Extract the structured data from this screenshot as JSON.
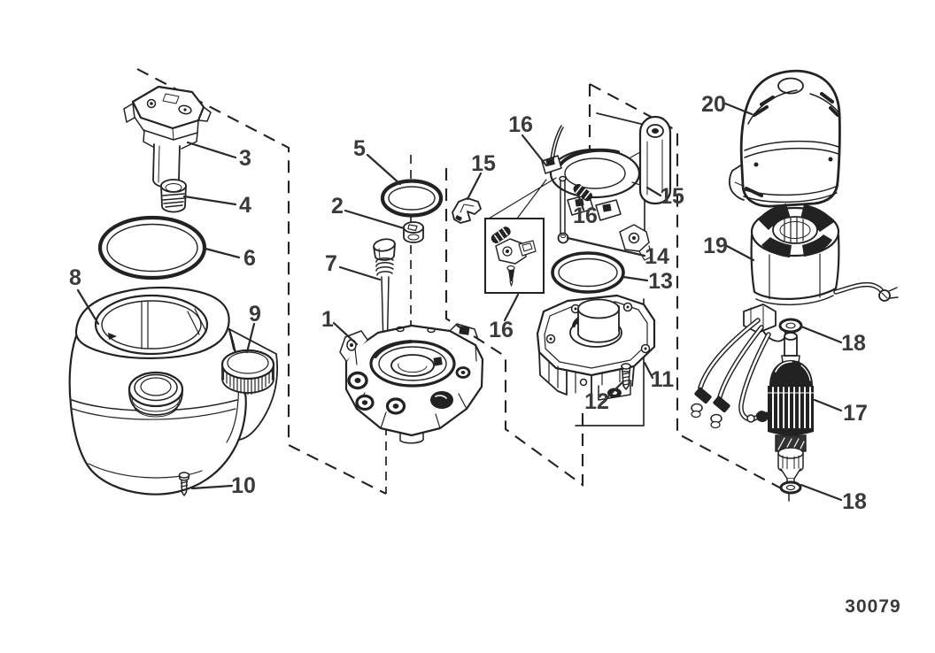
{
  "figure": {
    "drawing_number": "30079"
  },
  "callouts": {
    "c1": "1",
    "c2": "2",
    "c3": "3",
    "c4": "4",
    "c5": "5",
    "c6": "6",
    "c7": "7",
    "c8": "8",
    "c9": "9",
    "c10": "10",
    "c11": "11",
    "c12": "12",
    "c13": "13",
    "c14": "14",
    "c15a": "15",
    "c15b": "15",
    "c16a": "16",
    "c16b": "16",
    "c16c": "16",
    "c17": "17",
    "c18a": "18",
    "c18b": "18",
    "c19": "19",
    "c20": "20"
  },
  "colors": {
    "ink": "#222222",
    "label_ink": "#3a3a3a",
    "background": "#ffffff"
  }
}
